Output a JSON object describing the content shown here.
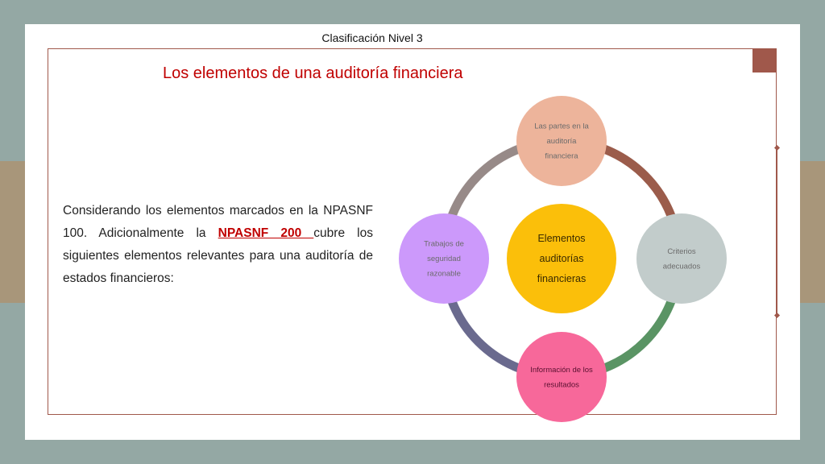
{
  "header": {
    "classification": "Clasificación Nivel 3"
  },
  "slide": {
    "title": "Los elementos de una auditoría financiera",
    "body": {
      "intro": "Considerando los elementos marcados en la NPASNF 100.  Adicionalmente la ",
      "link_text": "NPASNF 200 ",
      "outro": "cubre los siguientes elementos relevantes para una auditoría de estados financieros:"
    }
  },
  "diagram": {
    "center": {
      "lines": [
        "Elementos",
        "auditorías",
        "financieras"
      ],
      "color": "#fbbf0a"
    },
    "nodes": [
      {
        "id": "partes",
        "lines": [
          "Las partes en la",
          "auditoría",
          "financiera"
        ],
        "color": "#edb49b"
      },
      {
        "id": "criterios",
        "lines": [
          "Criterios",
          "adecuados"
        ],
        "color": "#c2cccb"
      },
      {
        "id": "informacion",
        "lines": [
          "Información de los",
          "resultados"
        ],
        "color": "#f7689a"
      },
      {
        "id": "trabajos",
        "lines": [
          "Trabajos de",
          "seguridad",
          "razonable"
        ],
        "color": "#cc99fb"
      }
    ],
    "arcs": [
      {
        "from": "partes",
        "to": "criterios",
        "color": "#9b5c4b"
      },
      {
        "from": "criterios",
        "to": "informacion",
        "color": "#5a9464"
      },
      {
        "from": "informacion",
        "to": "trabajos",
        "color": "#6a6a8e"
      },
      {
        "from": "trabajos",
        "to": "partes",
        "color": "#978a88"
      }
    ]
  }
}
